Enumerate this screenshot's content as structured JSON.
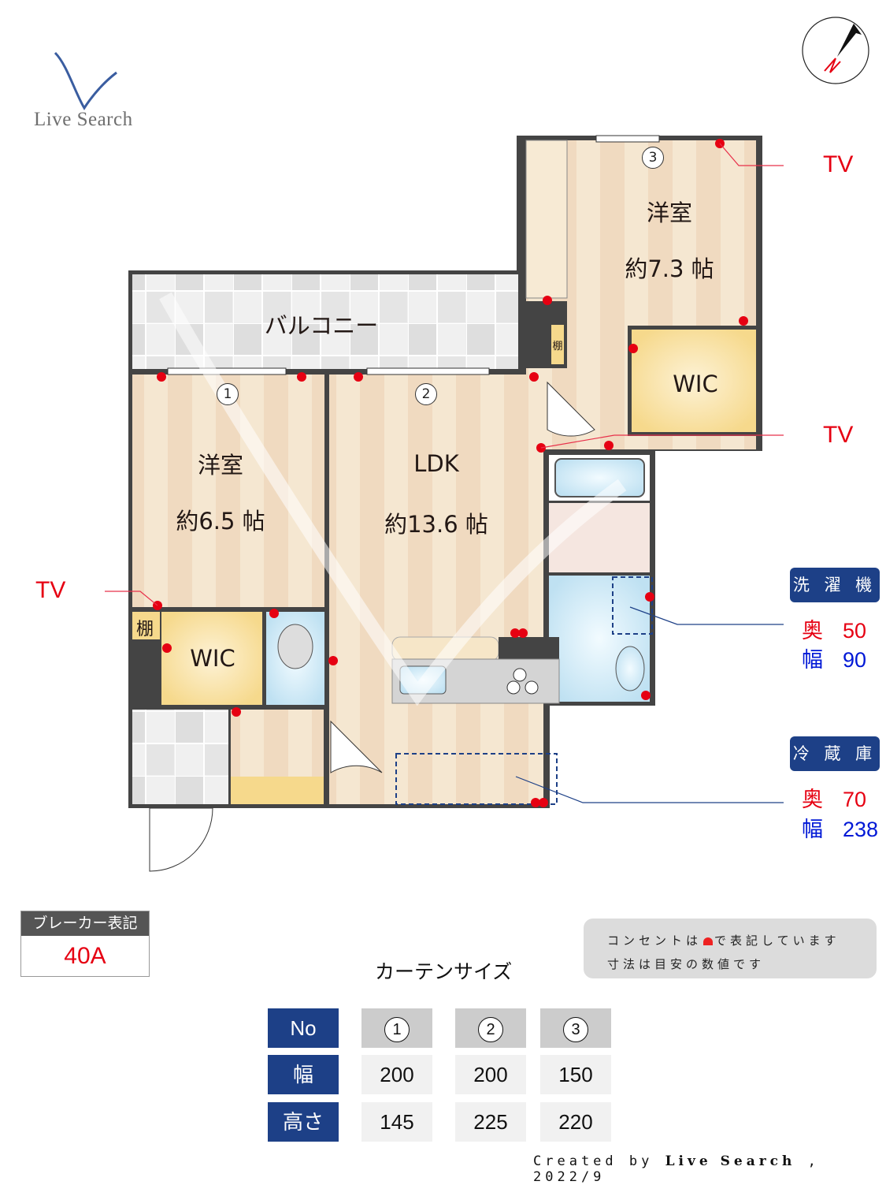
{
  "logo": {
    "text": "Live Search",
    "mark_color": "#3a5da0"
  },
  "compass": {
    "label": "N",
    "needle_color": "#1a1a1a",
    "label_color": "#e60012"
  },
  "floorplan": {
    "rooms": [
      {
        "id": "western-room-3",
        "name": "洋室",
        "size": "約7.3 帖"
      },
      {
        "id": "balcony",
        "name": "バルコニー"
      },
      {
        "id": "western-room-1",
        "name": "洋室",
        "size": "約6.5 帖"
      },
      {
        "id": "ldk",
        "name": "LDK",
        "size": "約13.6 帖"
      },
      {
        "id": "wic-1",
        "name": "WIC"
      },
      {
        "id": "wic-2",
        "name": "WIC"
      },
      {
        "id": "shelf-1",
        "name": "棚"
      },
      {
        "id": "shelf-2",
        "name": "棚"
      }
    ],
    "window_numbers": [
      "1",
      "2",
      "3"
    ],
    "tv_labels": [
      "TV",
      "TV",
      "TV"
    ]
  },
  "equipment": {
    "washer": {
      "title": "洗 濯 機",
      "depth_label": "奥",
      "depth": "50",
      "width_label": "幅",
      "width": "90"
    },
    "fridge": {
      "title": "冷 蔵 庫",
      "depth_label": "奥",
      "depth": "70",
      "width_label": "幅",
      "width": "238"
    }
  },
  "breaker": {
    "title": "ブレーカー表記",
    "value": "40A"
  },
  "note": {
    "line1_pre": "コンセントは",
    "line1_post": "で表記しています",
    "line2": "寸法は目安の数値です"
  },
  "curtain": {
    "title": "カーテンサイズ",
    "row_headers": [
      "No",
      "幅",
      "高さ"
    ],
    "columns": [
      {
        "no": "1",
        "width": "200",
        "height": "145"
      },
      {
        "no": "2",
        "width": "200",
        "height": "225"
      },
      {
        "no": "3",
        "width": "150",
        "height": "220"
      }
    ]
  },
  "footer": {
    "prefix": "Created by ",
    "brand": "Live Search",
    "suffix": " , 2022/9"
  }
}
